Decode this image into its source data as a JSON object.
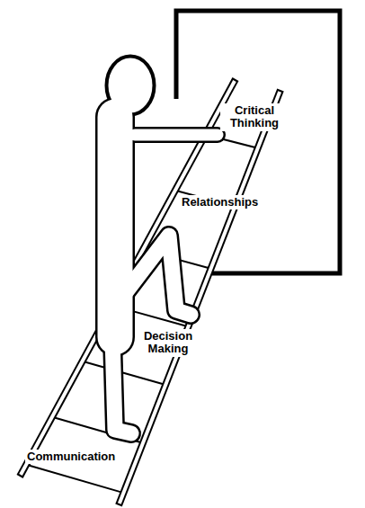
{
  "diagram": {
    "labels": [
      "Critical Thinking",
      "Relationships",
      "Decision Making",
      "Communication"
    ]
  }
}
